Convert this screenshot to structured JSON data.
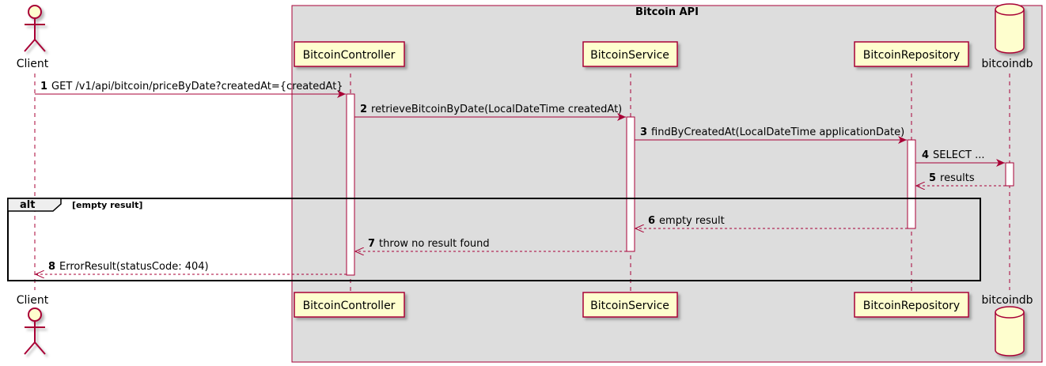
{
  "box": {
    "title": "Bitcoin API"
  },
  "participants": {
    "client": "Client",
    "controller": "BitcoinController",
    "service": "BitcoinService",
    "repository": "BitcoinRepository",
    "db": "bitcoindb"
  },
  "messages": [
    {
      "num": "1",
      "text": "GET /v1/api/bitcoin/priceByDate?createdAt={createdAt}"
    },
    {
      "num": "2",
      "text": "retrieveBitcoinByDate(LocalDateTime createdAt)"
    },
    {
      "num": "3",
      "text": "findByCreatedAt(LocalDateTime applicationDate)"
    },
    {
      "num": "4",
      "text": "SELECT ..."
    },
    {
      "num": "5",
      "text": "results"
    },
    {
      "num": "6",
      "text": "empty result"
    },
    {
      "num": "7",
      "text": "throw no result found"
    },
    {
      "num": "8",
      "text": "ErrorResult(statusCode: 404)"
    }
  ],
  "alt": {
    "keyword": "alt",
    "condition": "[empty result]"
  },
  "colors": {
    "line": "#A80036",
    "participant_fill": "#FEFECE",
    "box_fill": "#DDDDDD",
    "activation_fill": "#FFFFFF"
  }
}
